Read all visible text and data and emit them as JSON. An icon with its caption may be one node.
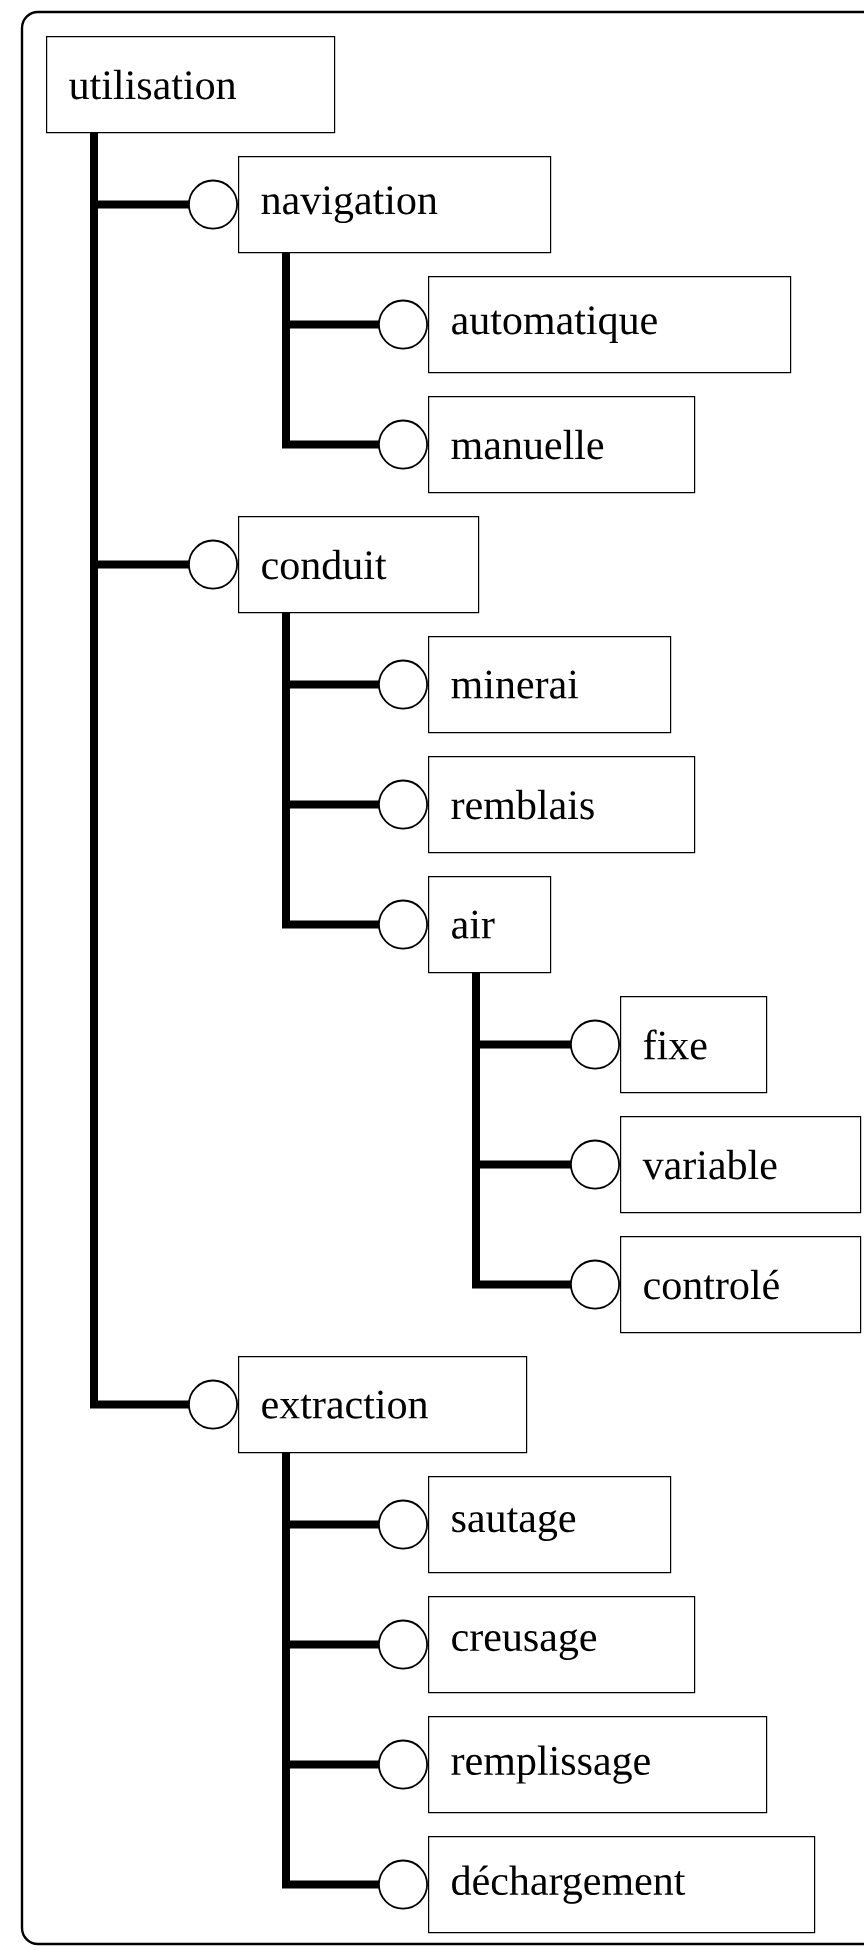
{
  "diagram": {
    "nodes": [
      {
        "text": [
          "utilisation"
        ]
      },
      {
        "text": [
          "navigation"
        ]
      },
      {
        "text": [
          "automatique"
        ]
      },
      {
        "text": [
          "manuelle"
        ]
      },
      {
        "text": [
          "conduit"
        ]
      },
      {
        "text": [
          "minerai"
        ]
      },
      {
        "text": [
          "remblais"
        ]
      },
      {
        "text": [
          "air"
        ]
      },
      {
        "text": [
          "fixe"
        ]
      },
      {
        "text": [
          "variable"
        ]
      },
      {
        "text": [
          "controlé"
        ]
      },
      {
        "text": [
          "extraction"
        ]
      },
      {
        "text": [
          "sautage"
        ]
      },
      {
        "text": [
          "creusage"
        ]
      },
      {
        "text": [
          "remplissage"
        ]
      },
      {
        "text": [
          "déchargement"
        ]
      }
    ],
    "edges": [
      {
        "from": 0,
        "to": 1,
        "arrow": "other"
      },
      {
        "from": 1,
        "to": 2,
        "arrow": "other"
      },
      {
        "from": 1,
        "to": 3,
        "arrow": "other"
      },
      {
        "from": 0,
        "to": 4,
        "arrow": "other"
      },
      {
        "from": 4,
        "to": 5,
        "arrow": "other"
      },
      {
        "from": 4,
        "to": 6,
        "arrow": "other"
      },
      {
        "from": 4,
        "to": 7,
        "arrow": "other"
      },
      {
        "from": 7,
        "to": 8,
        "arrow": "other"
      },
      {
        "from": 7,
        "to": 9,
        "arrow": "other"
      },
      {
        "from": 7,
        "to": 10,
        "arrow": "other"
      },
      {
        "from": 0,
        "to": 11,
        "arrow": "other"
      },
      {
        "from": 11,
        "to": 12,
        "arrow": "other"
      },
      {
        "from": 11,
        "to": 13,
        "arrow": "other"
      },
      {
        "from": 11,
        "to": 14,
        "arrow": "other"
      },
      {
        "from": 11,
        "to": 15,
        "arrow": "other"
      }
    ]
  }
}
